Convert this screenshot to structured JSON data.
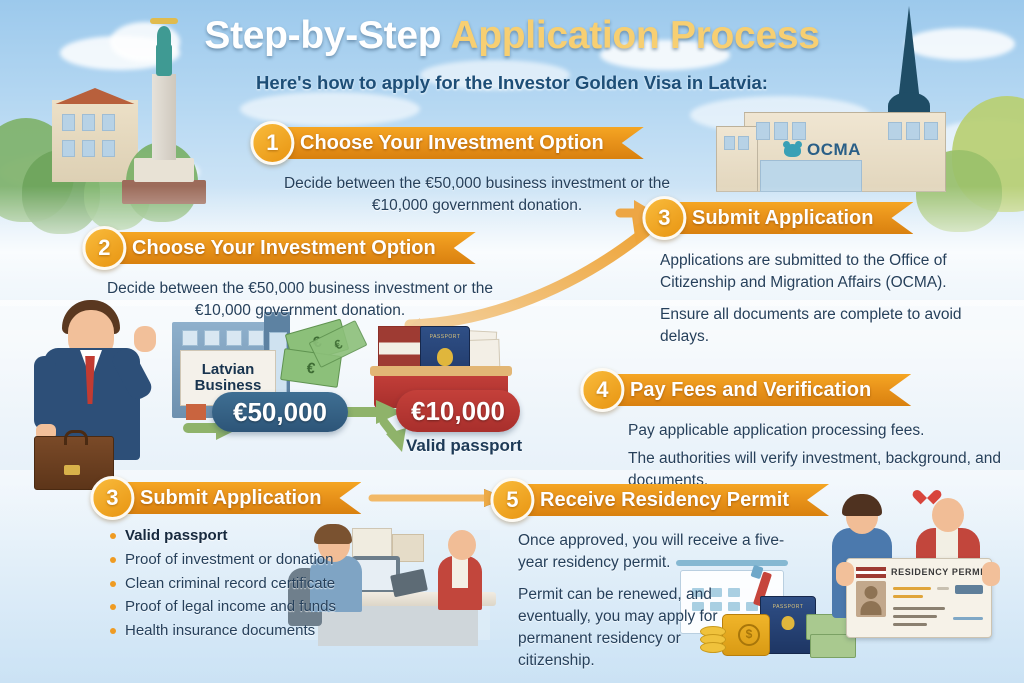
{
  "poster": {
    "title_part1": "Step-by-Step ",
    "title_part2": "Application Process",
    "subtitle": "Here's how to apply for the Investor Golden Visa in Latvia:",
    "accent_orange": "#e8921a",
    "accent_yellow": "#f7cf72",
    "text_navy": "#26405b",
    "sky_blue": "#b4d7f2"
  },
  "background": {
    "ocma_sign_label": "OCMA",
    "monument_name": "freedom-monument",
    "church_name": "st-peters-church-spire"
  },
  "steps": [
    {
      "number": "1",
      "heading": "Choose Your Investment Option",
      "paragraphs": [
        "Decide between the €50,000 business investment or the €10,000 government donation."
      ]
    },
    {
      "number": "2",
      "heading": "Choose Your Investment Option",
      "paragraphs": [
        "Decide between the €50,000 business investment or the €10,000 government donation."
      ]
    },
    {
      "number": "3",
      "heading": "Submit Application",
      "paragraphs": [
        "Applications are submitted to the Office of Citizenship and Migration Affairs (OCMA).",
        "Ensure all documents are complete to avoid delays."
      ]
    },
    {
      "number": "4",
      "heading": "Pay Fees and Verification",
      "paragraphs": [
        "Pay applicable application processing fees.",
        "The authorities will verify investment, background, and documents."
      ]
    },
    {
      "number": "3",
      "heading": "Submit Application",
      "requirements": [
        "Valid passport",
        "Proof of investment or donation",
        "Clean criminal record certificate",
        "Proof of legal income and funds",
        "Health insurance documents"
      ]
    },
    {
      "number": "5",
      "heading": "Receive Residency Permit",
      "paragraphs": [
        "Once approved, you will receive a five-year residency permit.",
        "Permit can be renewed, and eventually, you may apply for permanent residency or citizenship."
      ]
    }
  ],
  "illustration": {
    "business_card_line1": "Latvian",
    "business_card_line2": "Business",
    "amount_business": "€50,000",
    "amount_donation": "€10,000",
    "valid_passport_label": "Valid passport",
    "passport_word": "PASSPORT",
    "currency_symbol": "€"
  },
  "permit_card": {
    "title": "RESIDENCY PERMIT"
  }
}
